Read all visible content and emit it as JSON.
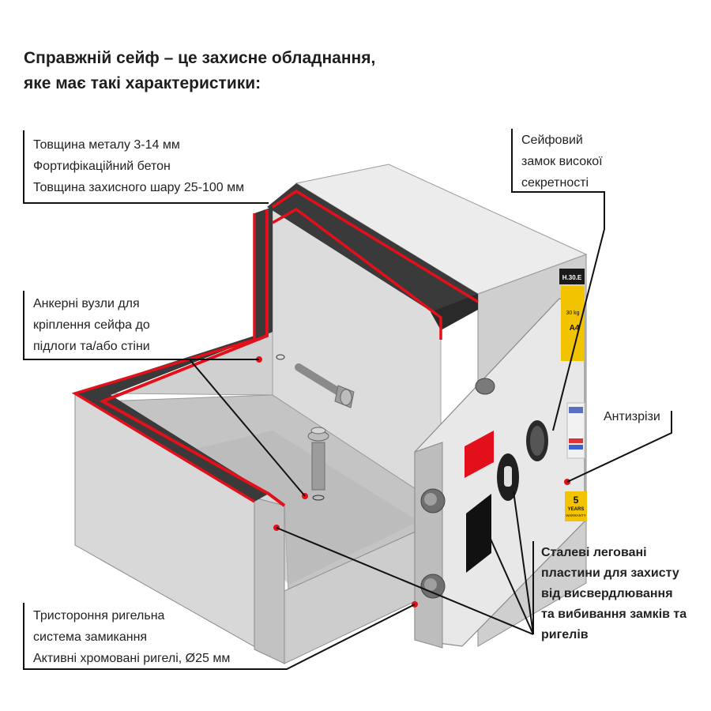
{
  "title": {
    "line1": "Справжній сейф – це захисне обладнання,",
    "line2": "яке має такі характеристики:"
  },
  "callouts": {
    "walls": {
      "line1": "Товщина металу 3-14 мм",
      "line2": "Фортифікаційний бетон",
      "line3": "Товщина захисного шару 25-100 мм"
    },
    "lock": {
      "line1": "Сейфовий",
      "line2": "замок високої",
      "line3": "секретності"
    },
    "anchors": {
      "line1": "Анкерні вузли для",
      "line2": "кріплення сейфа до",
      "line3": "підлоги та/або стіни"
    },
    "anticut": {
      "line1": "Антизрізи"
    },
    "plates": {
      "line1": "Сталеві леговані",
      "line2": "пластини для захисту",
      "line3": "від висвердлювання",
      "line4": "та вибивання замків та",
      "line5": "ригелів"
    },
    "bolts": {
      "line1": "Тристороння ригельна",
      "line2": "система замикання",
      "line3": "Активні хромовані ригелі, Ø25 мм"
    }
  },
  "labels": {
    "model": "H.30.E",
    "weight": "30 kg",
    "paper_size": "A4",
    "warranty_years": "5",
    "warranty_word": "YEARS",
    "warranty_sub": "WARRANTY"
  },
  "colors": {
    "accent_red": "#e3101b",
    "concrete": "#3a3a3a",
    "steel_light": "#eeeeee",
    "steel_mid": "#c9c9c9",
    "steel_dark": "#9a9a9a",
    "line": "#111111",
    "sticker_yellow": "#f2c300"
  }
}
